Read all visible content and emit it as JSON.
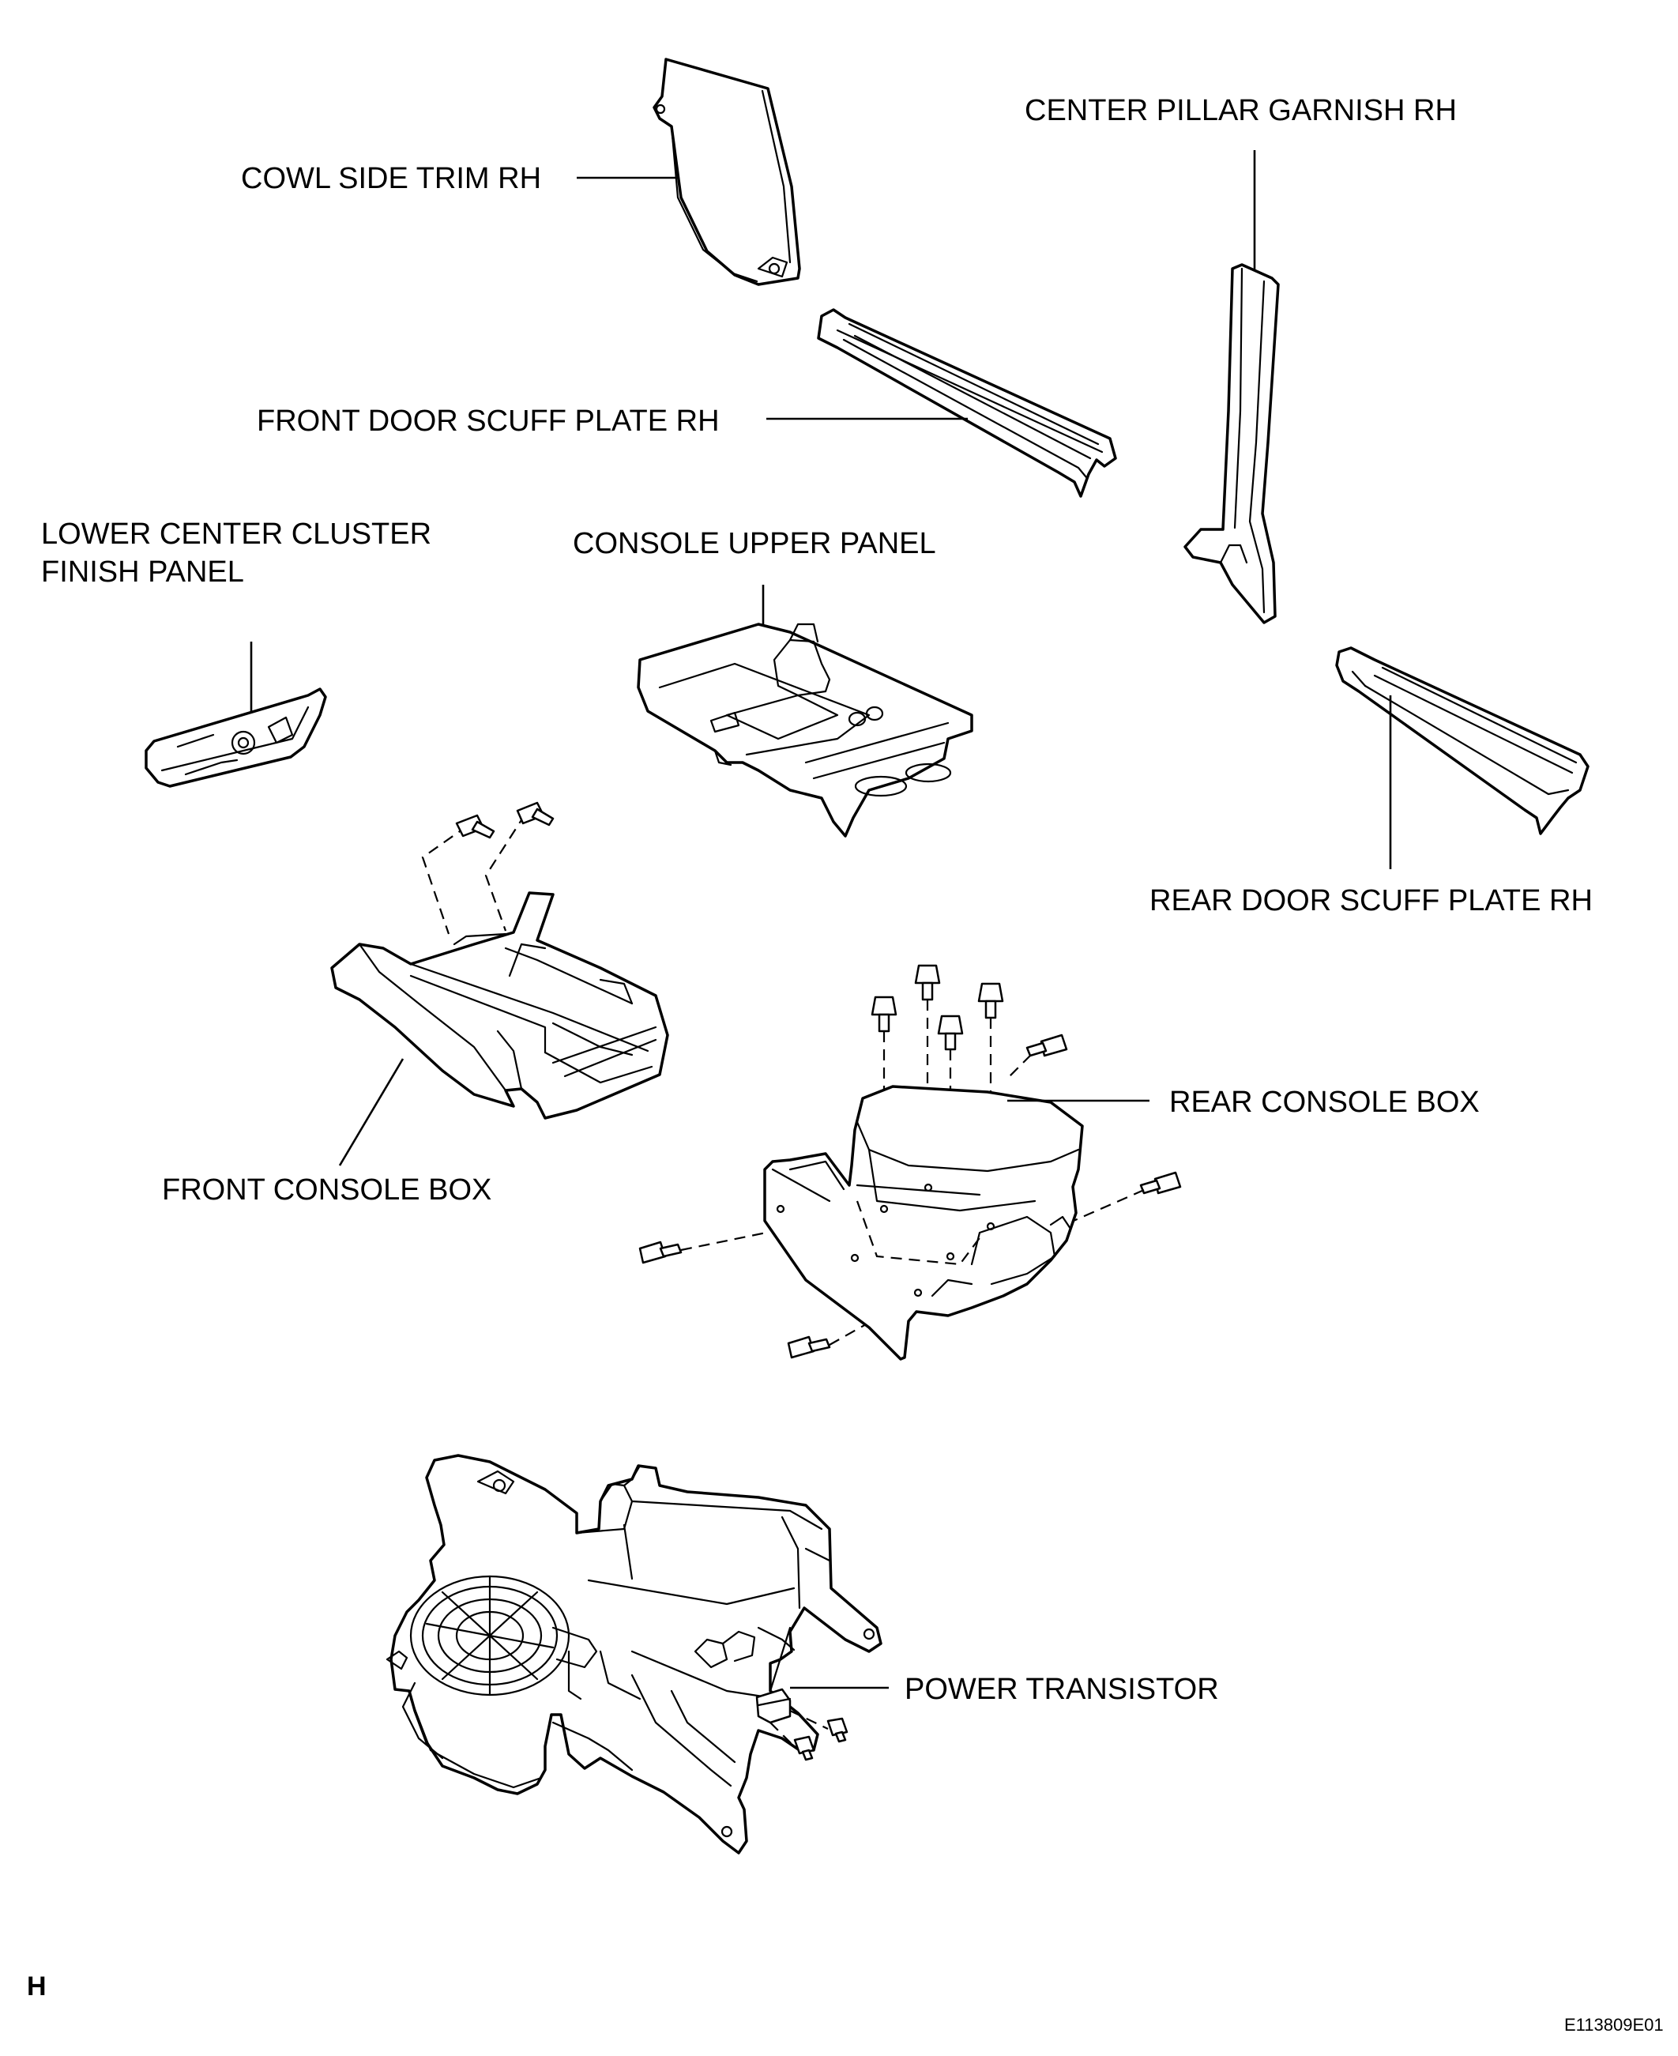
{
  "labels": {
    "cowl_side_trim": "COWL SIDE TRIM RH",
    "center_pillar_garnish": "CENTER PILLAR GARNISH RH",
    "front_door_scuff_plate": "FRONT DOOR SCUFF PLATE RH",
    "lower_center_cluster_line1": "LOWER CENTER CLUSTER",
    "lower_center_cluster_line2": "FINISH PANEL",
    "console_upper_panel": "CONSOLE UPPER PANEL",
    "rear_door_scuff_plate": "REAR DOOR SCUFF PLATE RH",
    "rear_console_box": "REAR CONSOLE BOX",
    "front_console_box": "FRONT CONSOLE BOX",
    "power_transistor": "POWER TRANSISTOR"
  },
  "corner_mark": "H",
  "figure_code": "E113809E01"
}
